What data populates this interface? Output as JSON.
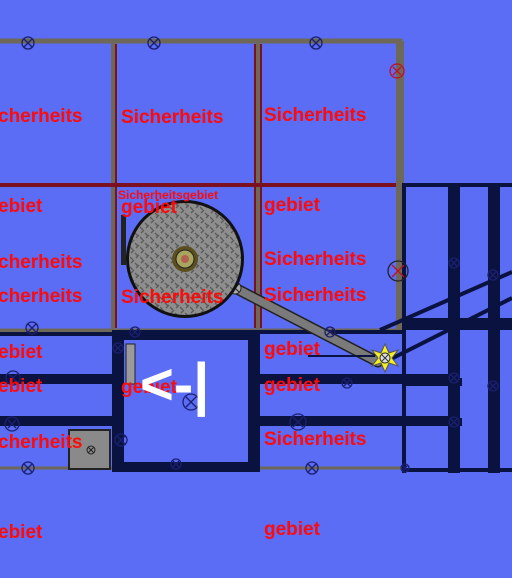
{
  "zones": {
    "label_full": "Sicherheitsgebiet",
    "line_a": "Sicherheits",
    "line_b": "gebiet",
    "line_a_cut": "cherheits",
    "line_b_cut": "ebiet"
  },
  "hud": {
    "direction_sign": "<-|"
  },
  "colors": {
    "background": "#5b6cf5",
    "zone_text": "#ff0a0a",
    "wall": "#0a1240",
    "frame": "#6e6858",
    "zone_border": "#7a1020",
    "disc": "#8c8c8c",
    "spark": "#f5f020"
  },
  "icons": [
    "bolt-marker-icon",
    "spinning-disc-icon",
    "spark-star-icon",
    "crate-icon",
    "lever-arm-icon"
  ]
}
